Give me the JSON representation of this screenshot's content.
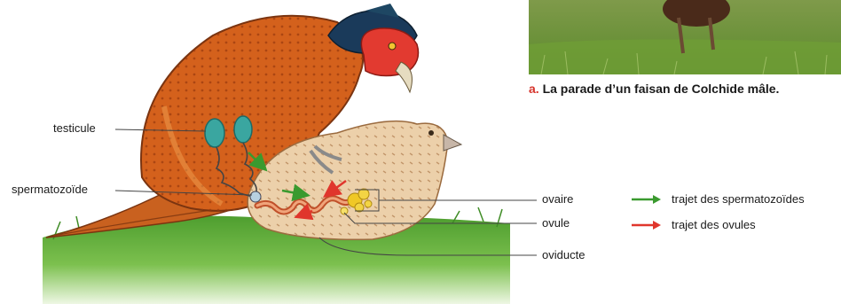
{
  "photo": {
    "caption_letter": "a.",
    "caption_text": "La parade d’un faisan de Colchide mâle."
  },
  "labels": {
    "testicule": "testicule",
    "spermatozoide": "spermatozoïde",
    "ovaire": "ovaire",
    "ovule": "ovule",
    "oviducte": "oviducte"
  },
  "legend": {
    "spermatozoides": "trajet des spermatozoïdes",
    "ovules": "trajet des ovules"
  },
  "colors": {
    "green_arrow": "#3a9a2f",
    "red_arrow": "#e0362c",
    "male_plumage": "#d4611c",
    "female_plumage": "#e8c9a0",
    "grass": "#5aa83a",
    "testis": "#3aa6a0"
  }
}
